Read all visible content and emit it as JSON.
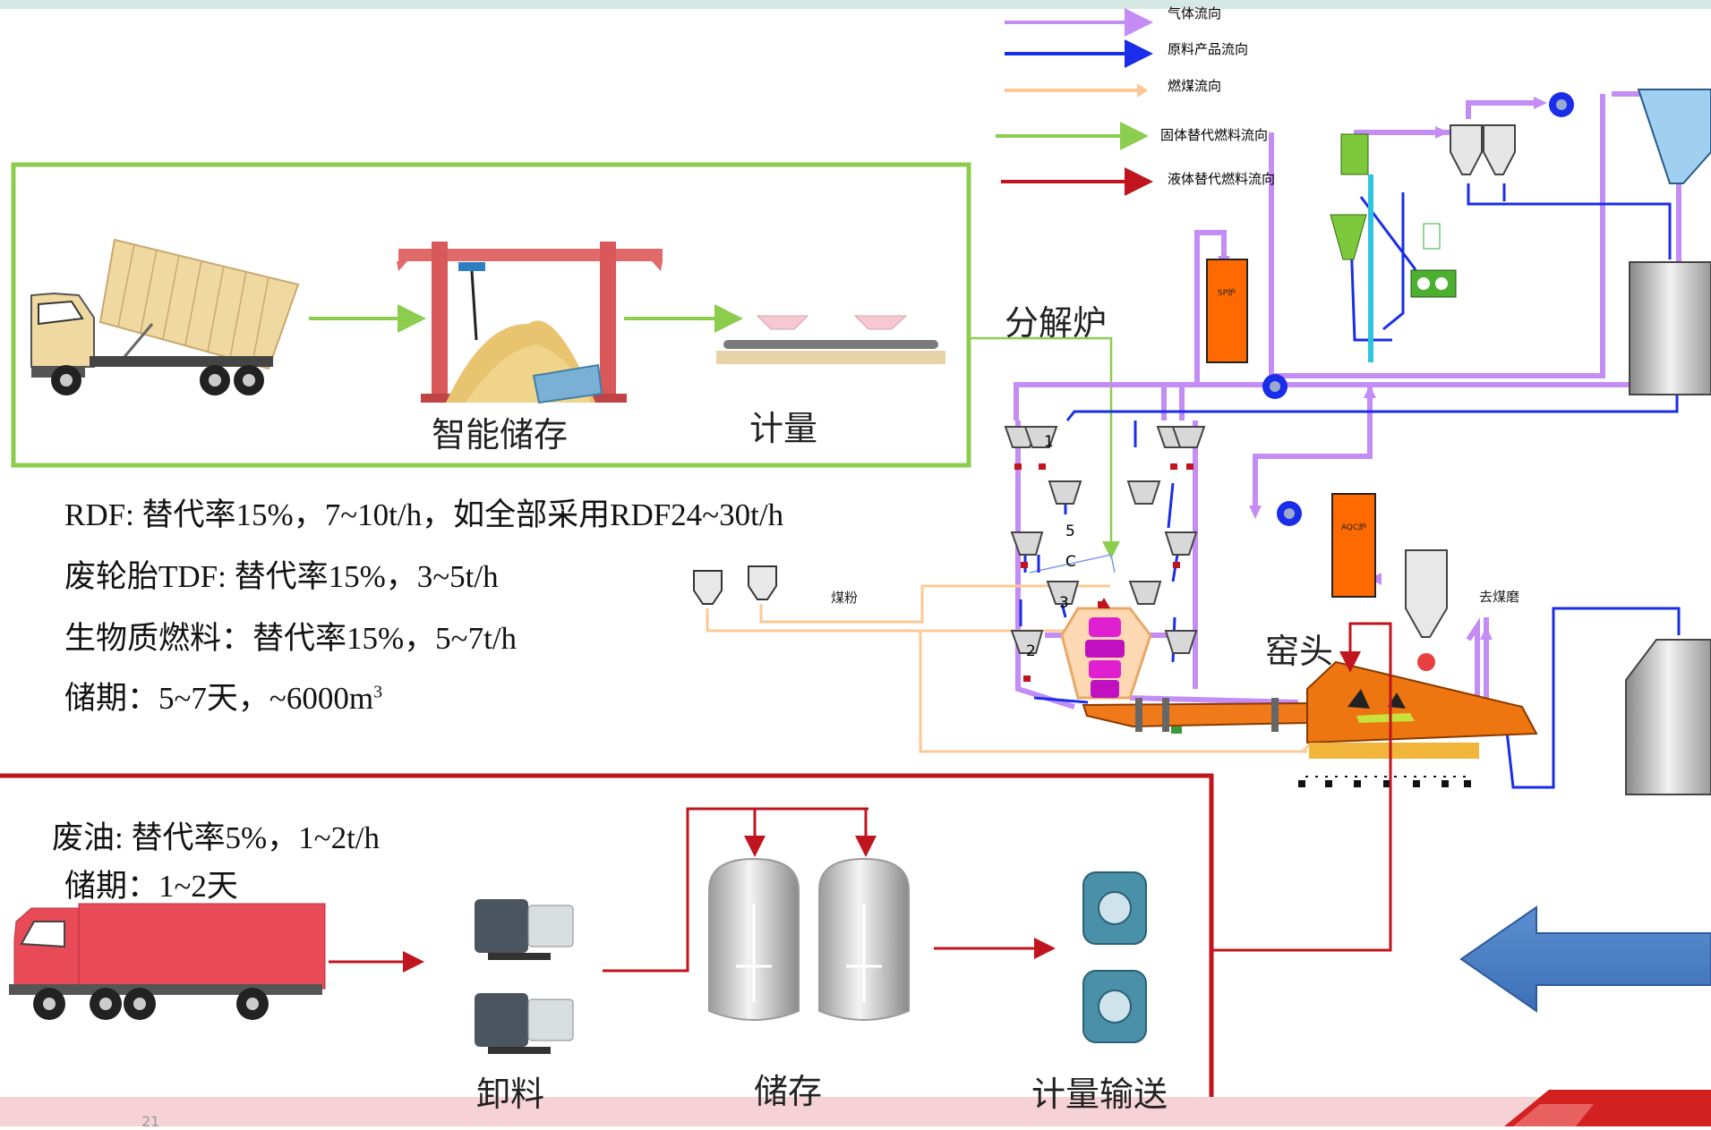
{
  "top_bar_color": "#d6e8e4",
  "legend": {
    "items": [
      {
        "label": "气体流向",
        "color": "#c48cf5"
      },
      {
        "label": "原料产品流向",
        "color": "#1a2de8"
      },
      {
        "label": "燃煤流向",
        "color": "#fcc896"
      },
      {
        "label": "固体替代燃料流向",
        "color": "#8ccd4e"
      },
      {
        "label": "液体替代燃料流向",
        "color": "#c0141e"
      }
    ]
  },
  "solid_section": {
    "border_color": "#8ccd4e",
    "storage_label": "智能储存",
    "metering_label": "计量",
    "lines": [
      "RDF: 替代率15%，7~10t/h，如全部采用RDF24~30t/h",
      "废轮胎TDF: 替代率15%，3~5t/h",
      "生物质燃料：替代率15%，5~7t/h",
      "储期：5~7天，~6000m"
    ],
    "superscript": "3"
  },
  "liquid_section": {
    "border_color": "#c0141e",
    "line1": "废油: 替代率5%，1~2t/h",
    "line2": "储期：1~2天",
    "unload_label": "卸料",
    "storage_label": "储存",
    "convey_label": "计量输送"
  },
  "process": {
    "calciner_label": "分解炉",
    "kiln_head_label": "窑头",
    "coal_powder_label": "煤粉",
    "to_coal_mill_label": "去煤磨",
    "sp_furnace_label": "SP炉",
    "aqc_furnace_label": "AQC炉",
    "cyclone_labels": [
      "1",
      "5",
      "C",
      "3",
      "2"
    ]
  },
  "footer": {
    "page_number": "21"
  }
}
